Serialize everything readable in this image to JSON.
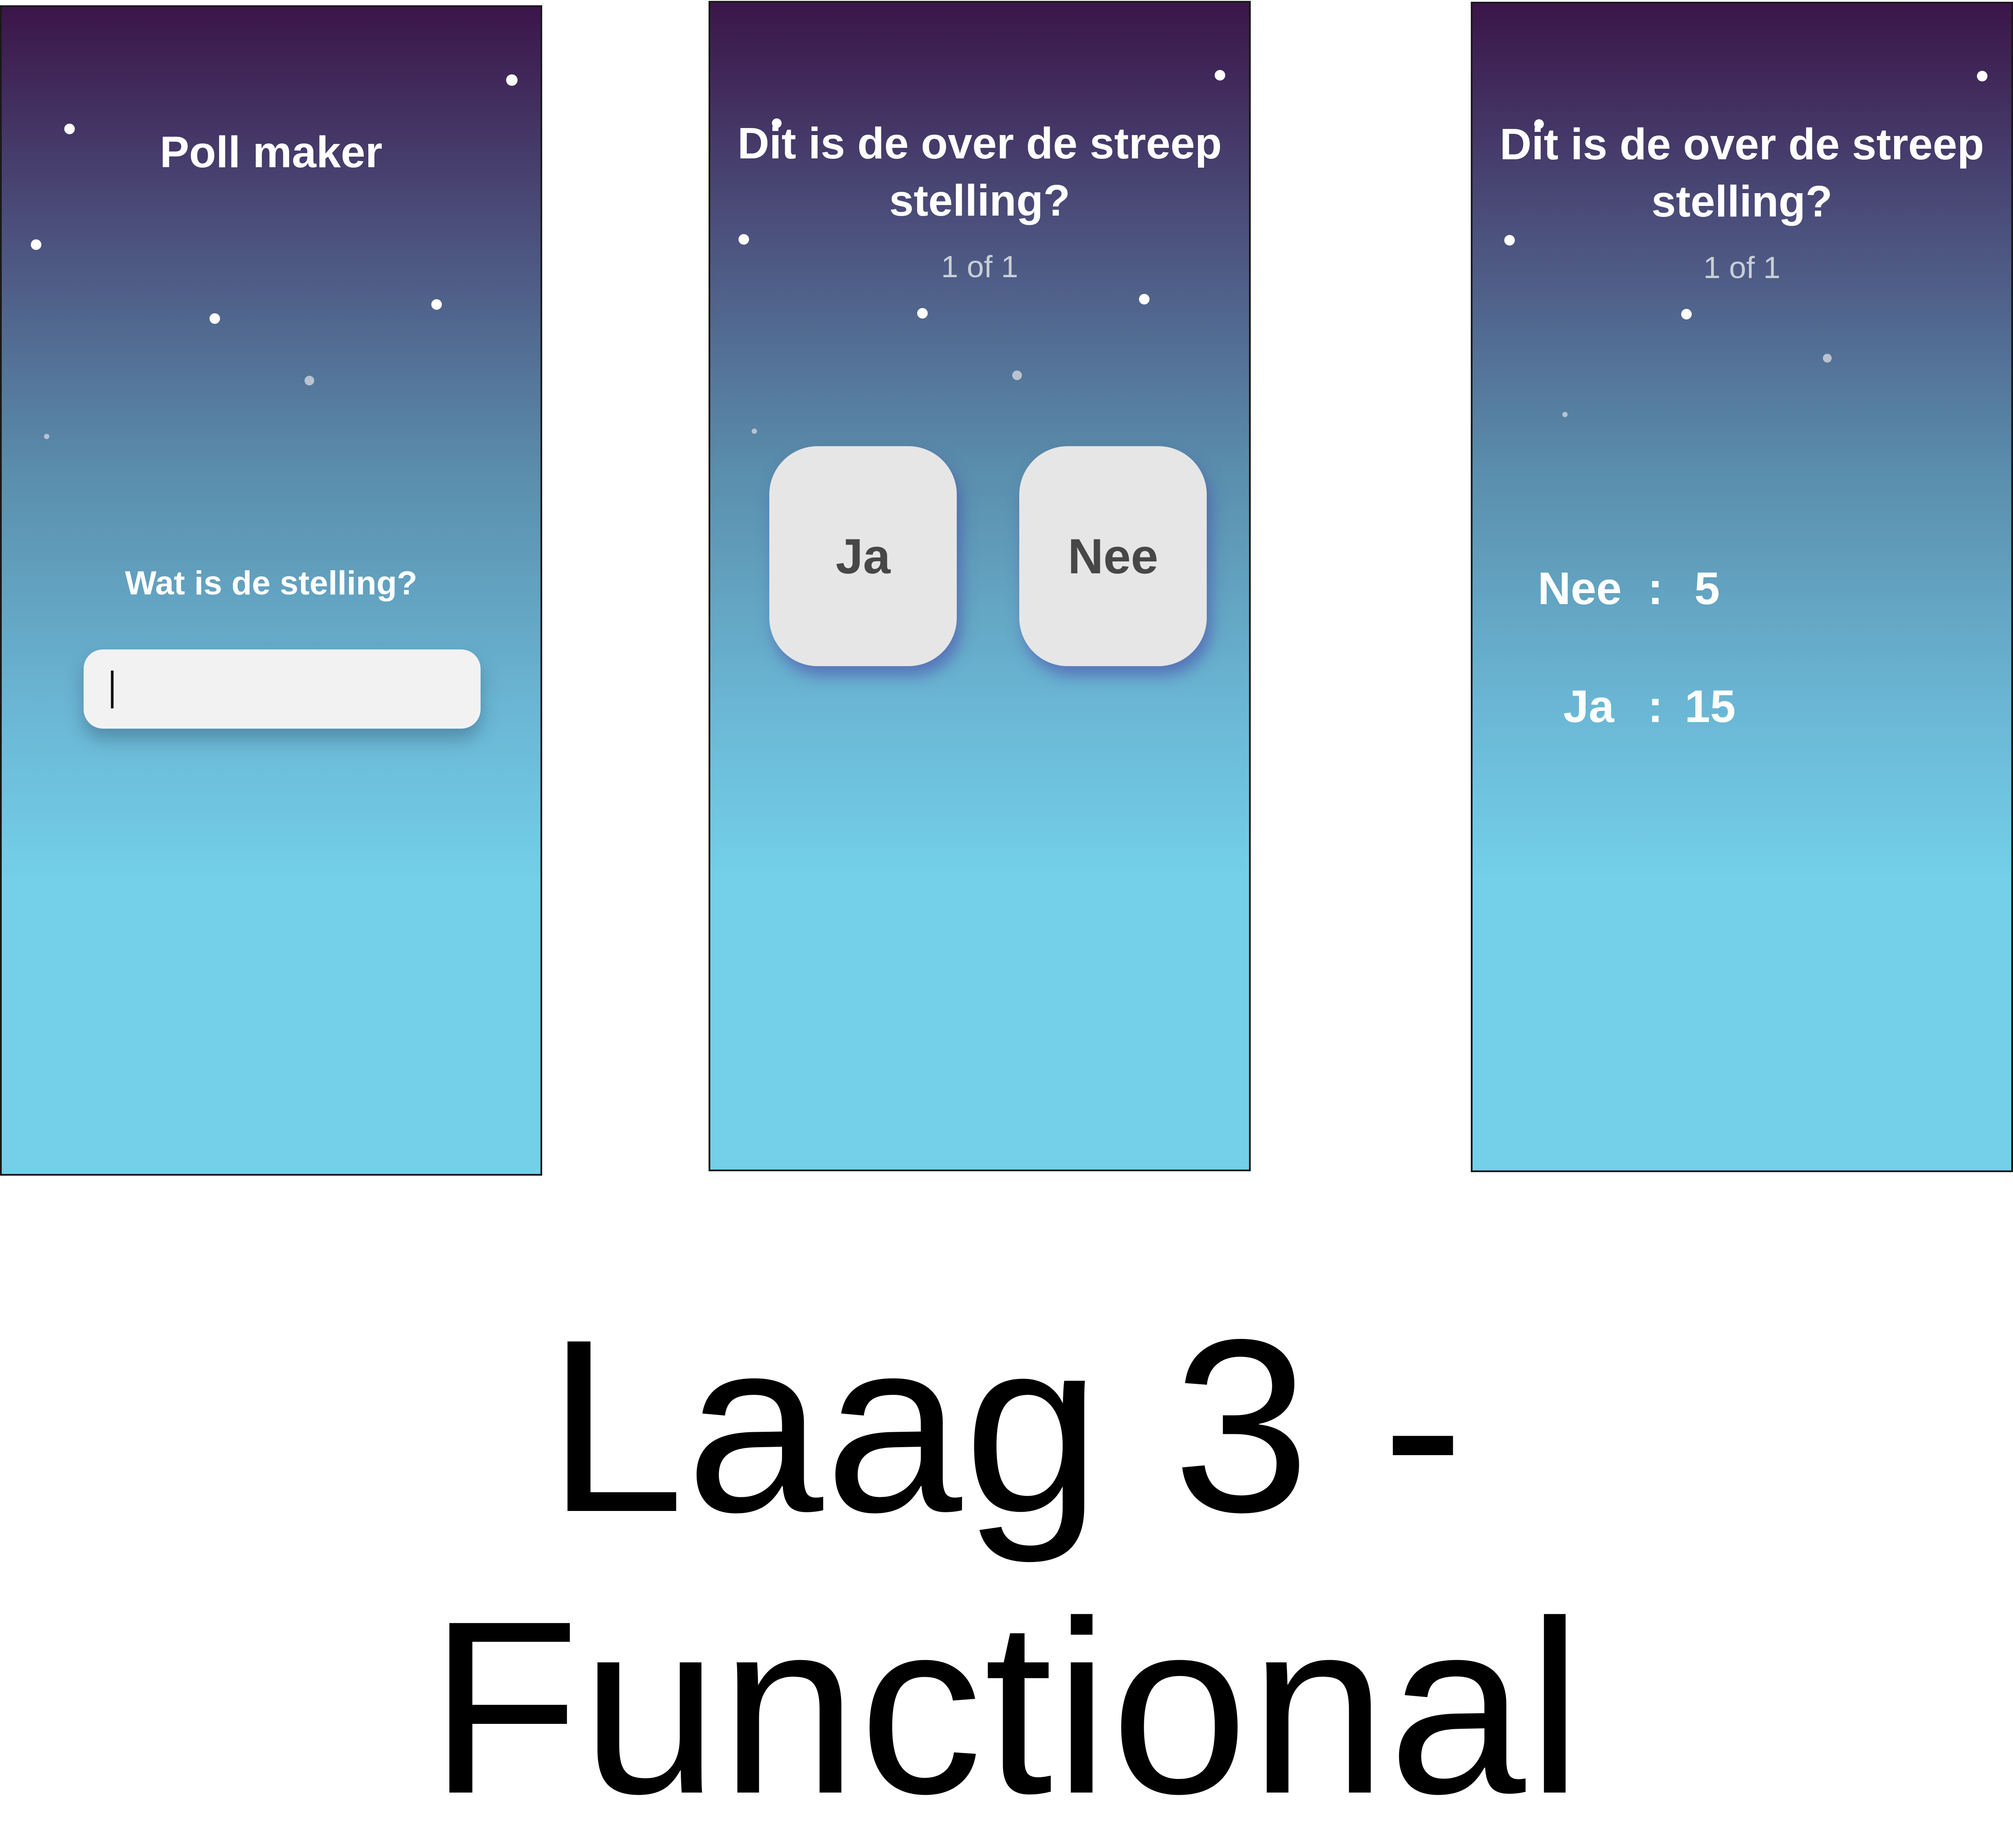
{
  "screen1": {
    "title": "Poll maker",
    "prompt_label": "Wat is de stelling?",
    "input_value": "",
    "input_placeholder": ""
  },
  "screen2": {
    "question": "Dit is de over de streep stelling?",
    "counter": "1 of 1",
    "yes_label": "Ja",
    "no_label": "Nee"
  },
  "screen3": {
    "question": "Dit is de over de streep stelling?",
    "counter": "1 of 1",
    "results": [
      {
        "label": "Nee",
        "separator": ":",
        "count": "5"
      },
      {
        "label": "Ja",
        "separator": ":",
        "count": "15"
      }
    ]
  },
  "caption": "Laag 3 - Functional",
  "colors": {
    "gradient_top": "#3b1549",
    "gradient_bottom": "#73d0e8",
    "button_bg": "#e6e6e6",
    "button_text": "#474747"
  }
}
